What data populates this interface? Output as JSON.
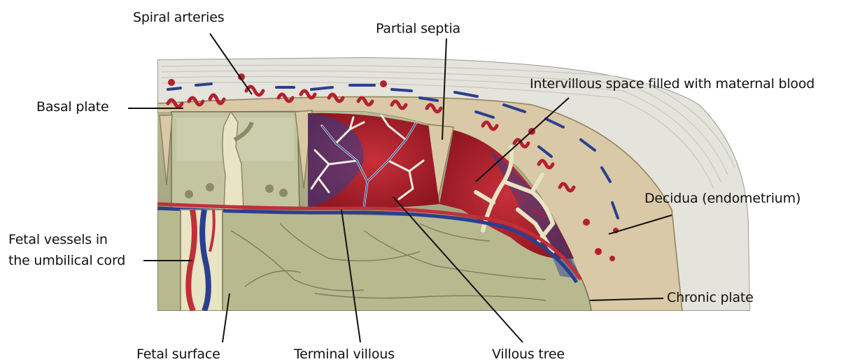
{
  "diagram": {
    "labels": {
      "spiral_arteries": "Spiral arteries",
      "partial_septia": "Partial septia",
      "intervillous_space": "Intervillous space filled with maternal blood",
      "basal_plate": "Basal plate",
      "decidua": "Decidua (endometrium)",
      "fetal_vessels_line1": "Fetal vessels in",
      "fetal_vessels_line2": "the umbilical cord",
      "chronic_plate": "Chronic plate",
      "fetal_surface": "Fetal surface",
      "terminal_villous": "Terminal villous",
      "villous_tree": "Villous tree"
    },
    "colors": {
      "decidua": "#e4e3dc",
      "basal_plate": "#d9c9a6",
      "fetal_tissue": "#a9ad86",
      "villi": "#e8e4c4",
      "maternal_blood": "#b5202c",
      "blue_vessel": "#2a3f8f",
      "red_vessel": "#c0303a"
    }
  }
}
